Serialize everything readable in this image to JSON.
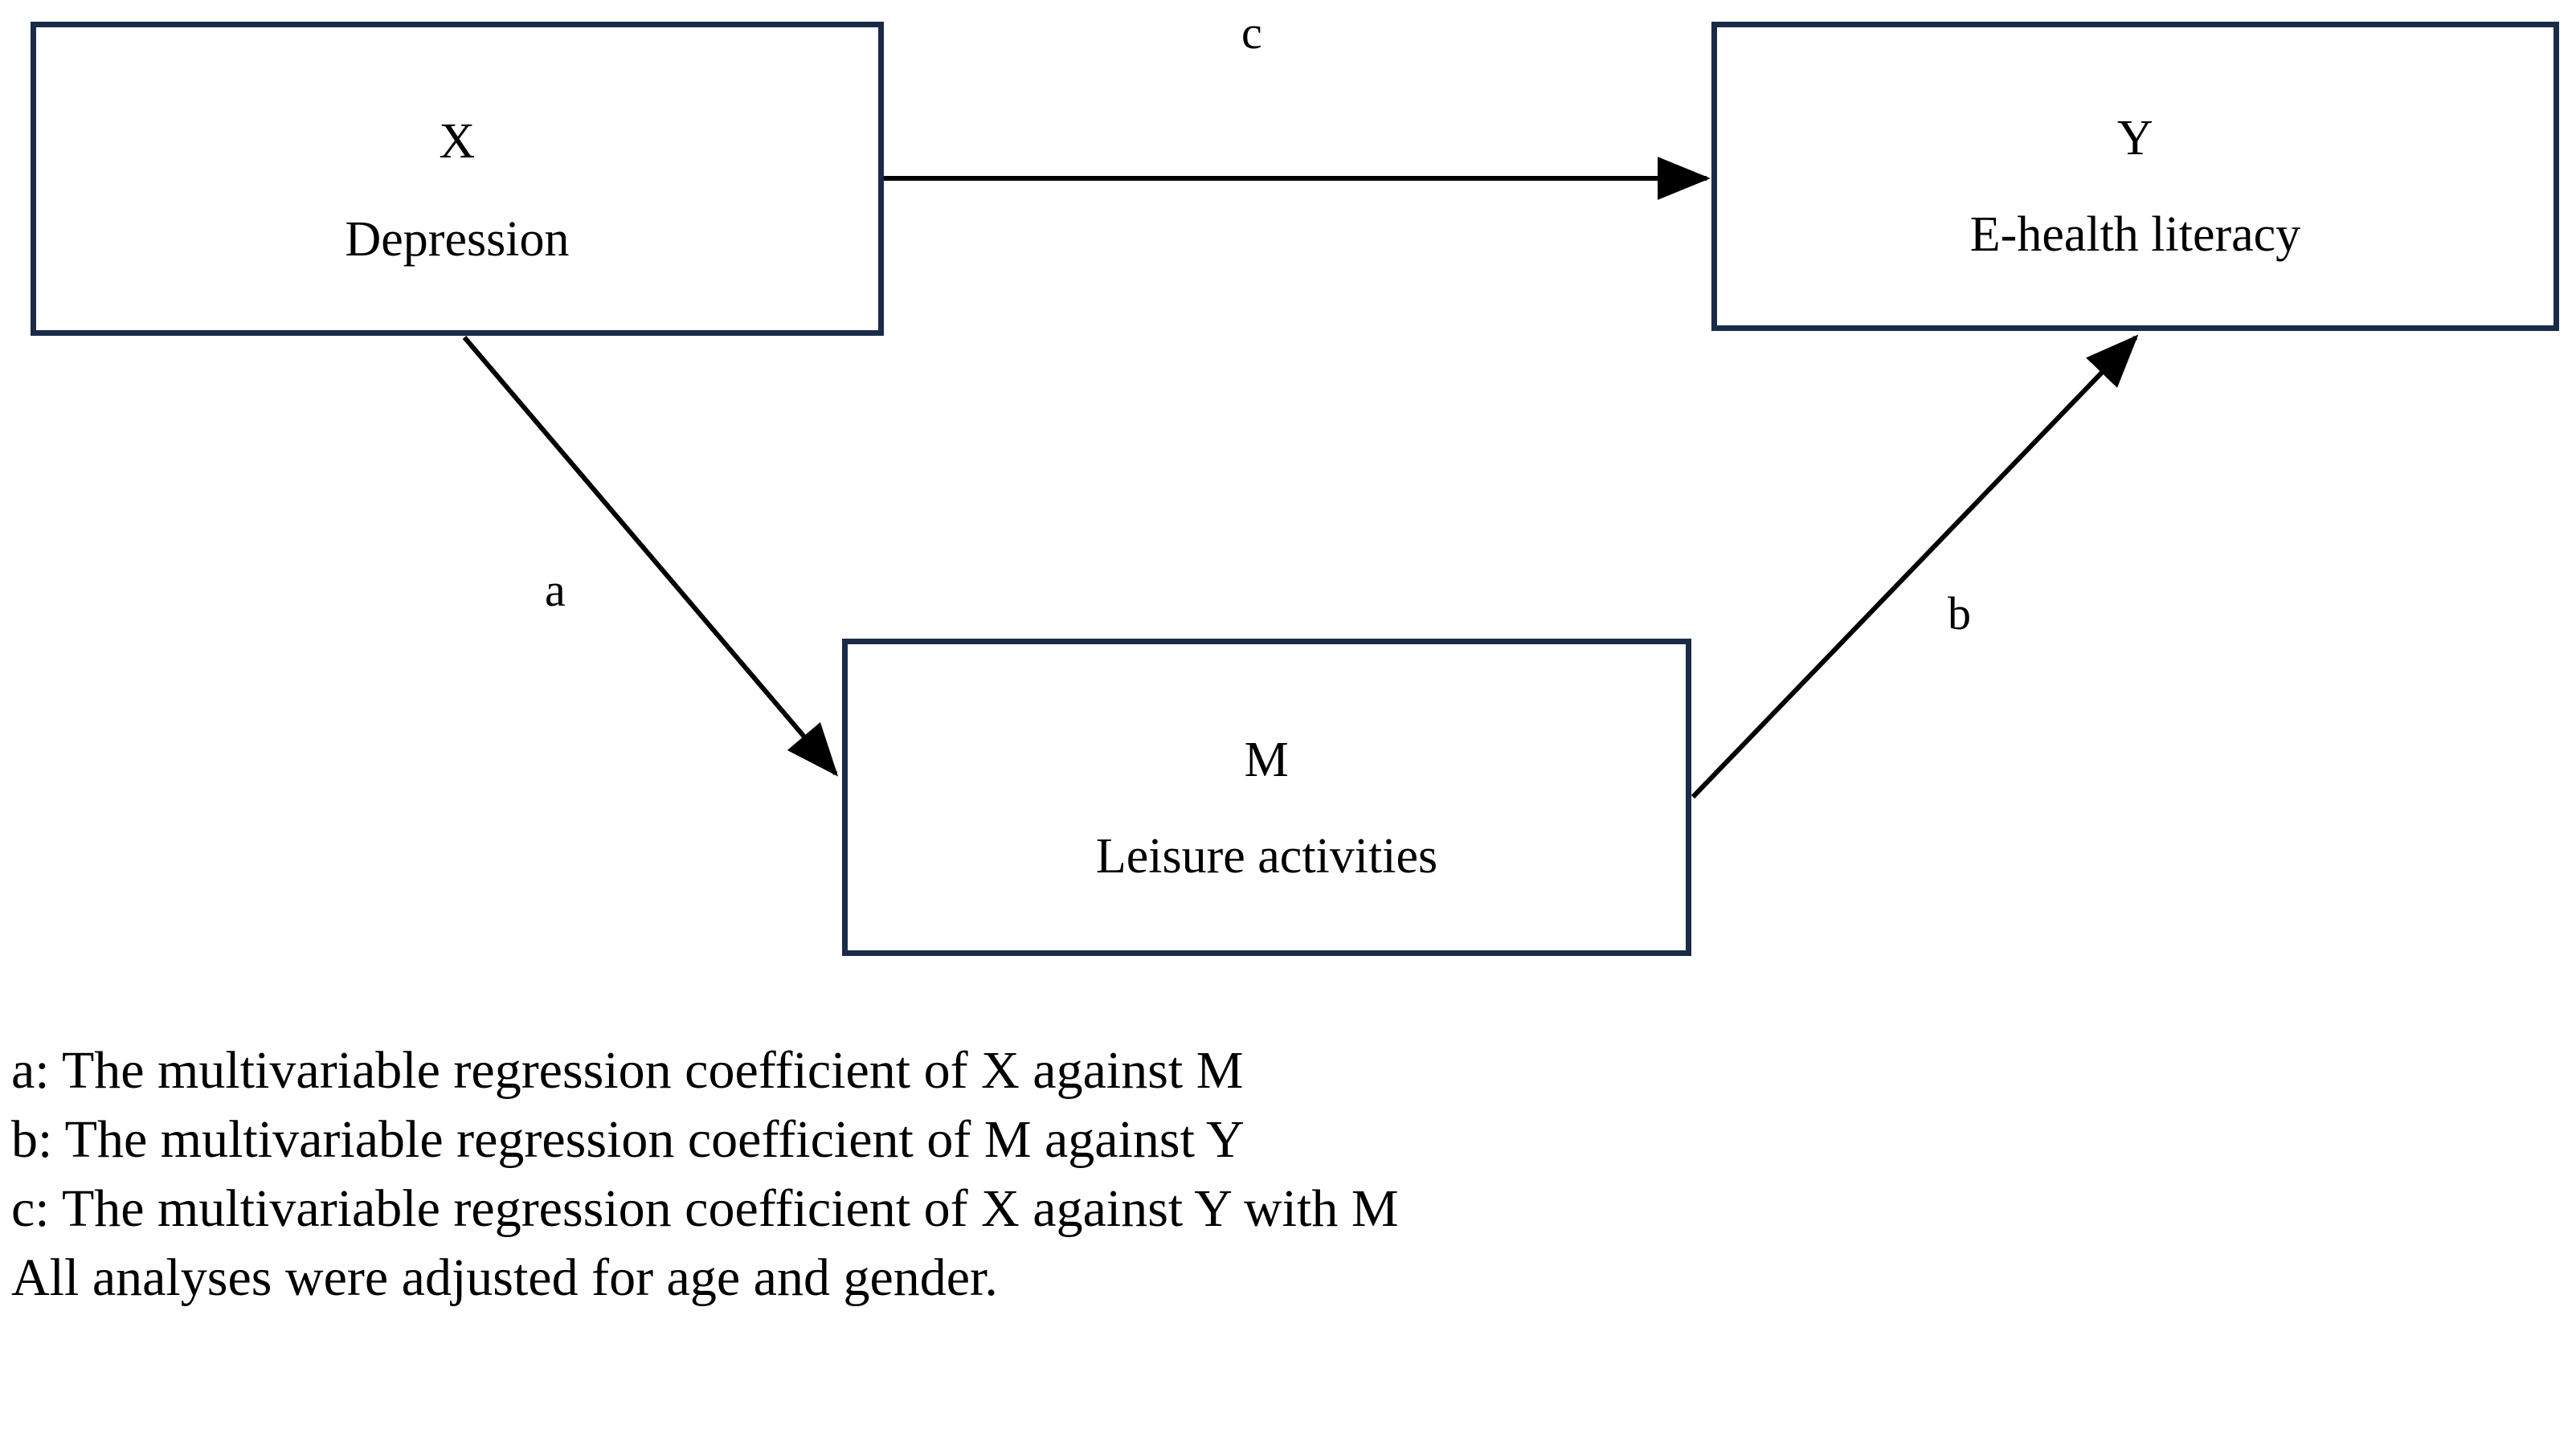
{
  "figure": {
    "kind": "mediation-model-diagram",
    "background_color": "#ffffff",
    "box_border_color": "#1a2b4a",
    "connector_color": "#000000",
    "text_color": "#000000"
  },
  "nodes": [
    {
      "id": "x",
      "symbol": "X",
      "label": "Depression",
      "role": "independent-variable"
    },
    {
      "id": "m",
      "symbol": "M",
      "label": "Leisure activities",
      "role": "mediator"
    },
    {
      "id": "y",
      "symbol": "Y",
      "label": "E-health literacy",
      "role": "dependent-variable"
    }
  ],
  "paths": [
    {
      "id": "c",
      "label": "c",
      "from": "X",
      "to": "Y",
      "style": "straight-horizontal-arrow"
    },
    {
      "id": "a",
      "label": "a",
      "from": "X",
      "to": "M",
      "style": "diagonal-arrow"
    },
    {
      "id": "b",
      "label": "b",
      "from": "M",
      "to": "Y",
      "style": "diagonal-arrow"
    }
  ],
  "caption": {
    "lines": [
      "a: The multivariable regression coefficient of X against M",
      "b: The multivariable regression coefficient of M against Y",
      "c: The multivariable regression coefficient of X against Y with M",
      "All analyses were adjusted for age and gender."
    ]
  }
}
